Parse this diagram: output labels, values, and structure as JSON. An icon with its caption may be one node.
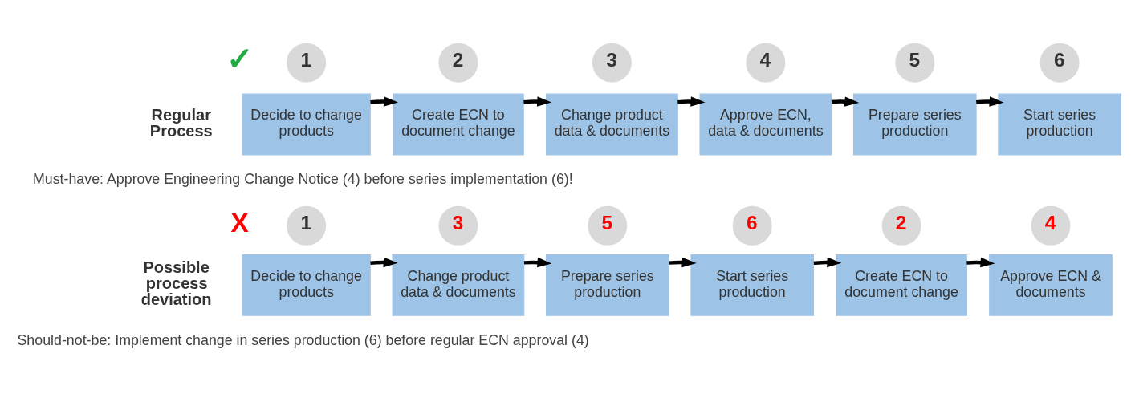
{
  "diagram": {
    "nodes": [
      {
        "text": [
          "1",
          "Decide to change products"
        ]
      },
      {
        "text": [
          "2",
          "Create ECN to document change"
        ]
      },
      {
        "text": [
          "3",
          "Change product data & documents"
        ]
      },
      {
        "text": [
          "4",
          "Approve ECN, data & documents"
        ]
      },
      {
        "text": [
          "5",
          "Prepare series production"
        ]
      },
      {
        "text": [
          "6",
          "Start series production"
        ]
      },
      {
        "text": [
          "1",
          "Decide to change products"
        ]
      },
      {
        "text": [
          "3",
          "Change product data & documents"
        ]
      },
      {
        "text": [
          "5",
          "Prepare series production"
        ]
      },
      {
        "text": [
          "6",
          "Start series production"
        ]
      },
      {
        "text": [
          "2",
          "Create ECN to document change"
        ]
      },
      {
        "text": [
          "4",
          "Approve ECN & documents"
        ]
      }
    ],
    "edges": [
      {
        "from": 0,
        "to": 1,
        "arrow": "to"
      },
      {
        "from": 1,
        "to": 2,
        "arrow": "to"
      },
      {
        "from": 2,
        "to": 3,
        "arrow": "to"
      },
      {
        "from": 3,
        "to": 4,
        "arrow": "to"
      },
      {
        "from": 4,
        "to": 5,
        "arrow": "to"
      },
      {
        "from": 6,
        "to": 7,
        "arrow": "to"
      },
      {
        "from": 7,
        "to": 8,
        "arrow": "to"
      },
      {
        "from": 8,
        "to": 9,
        "arrow": "to"
      },
      {
        "from": 9,
        "to": 10,
        "arrow": "to"
      },
      {
        "from": 10,
        "to": 11,
        "arrow": "to"
      }
    ],
    "labels": [
      "✓",
      "Regular Process",
      "Must-have: Approve Engineering Change Notice (4) before series implementation (6)!",
      "X",
      "Possible process deviation",
      "Should-not-be: Implement change in series production (6) before regular ECN approval (4)"
    ]
  }
}
